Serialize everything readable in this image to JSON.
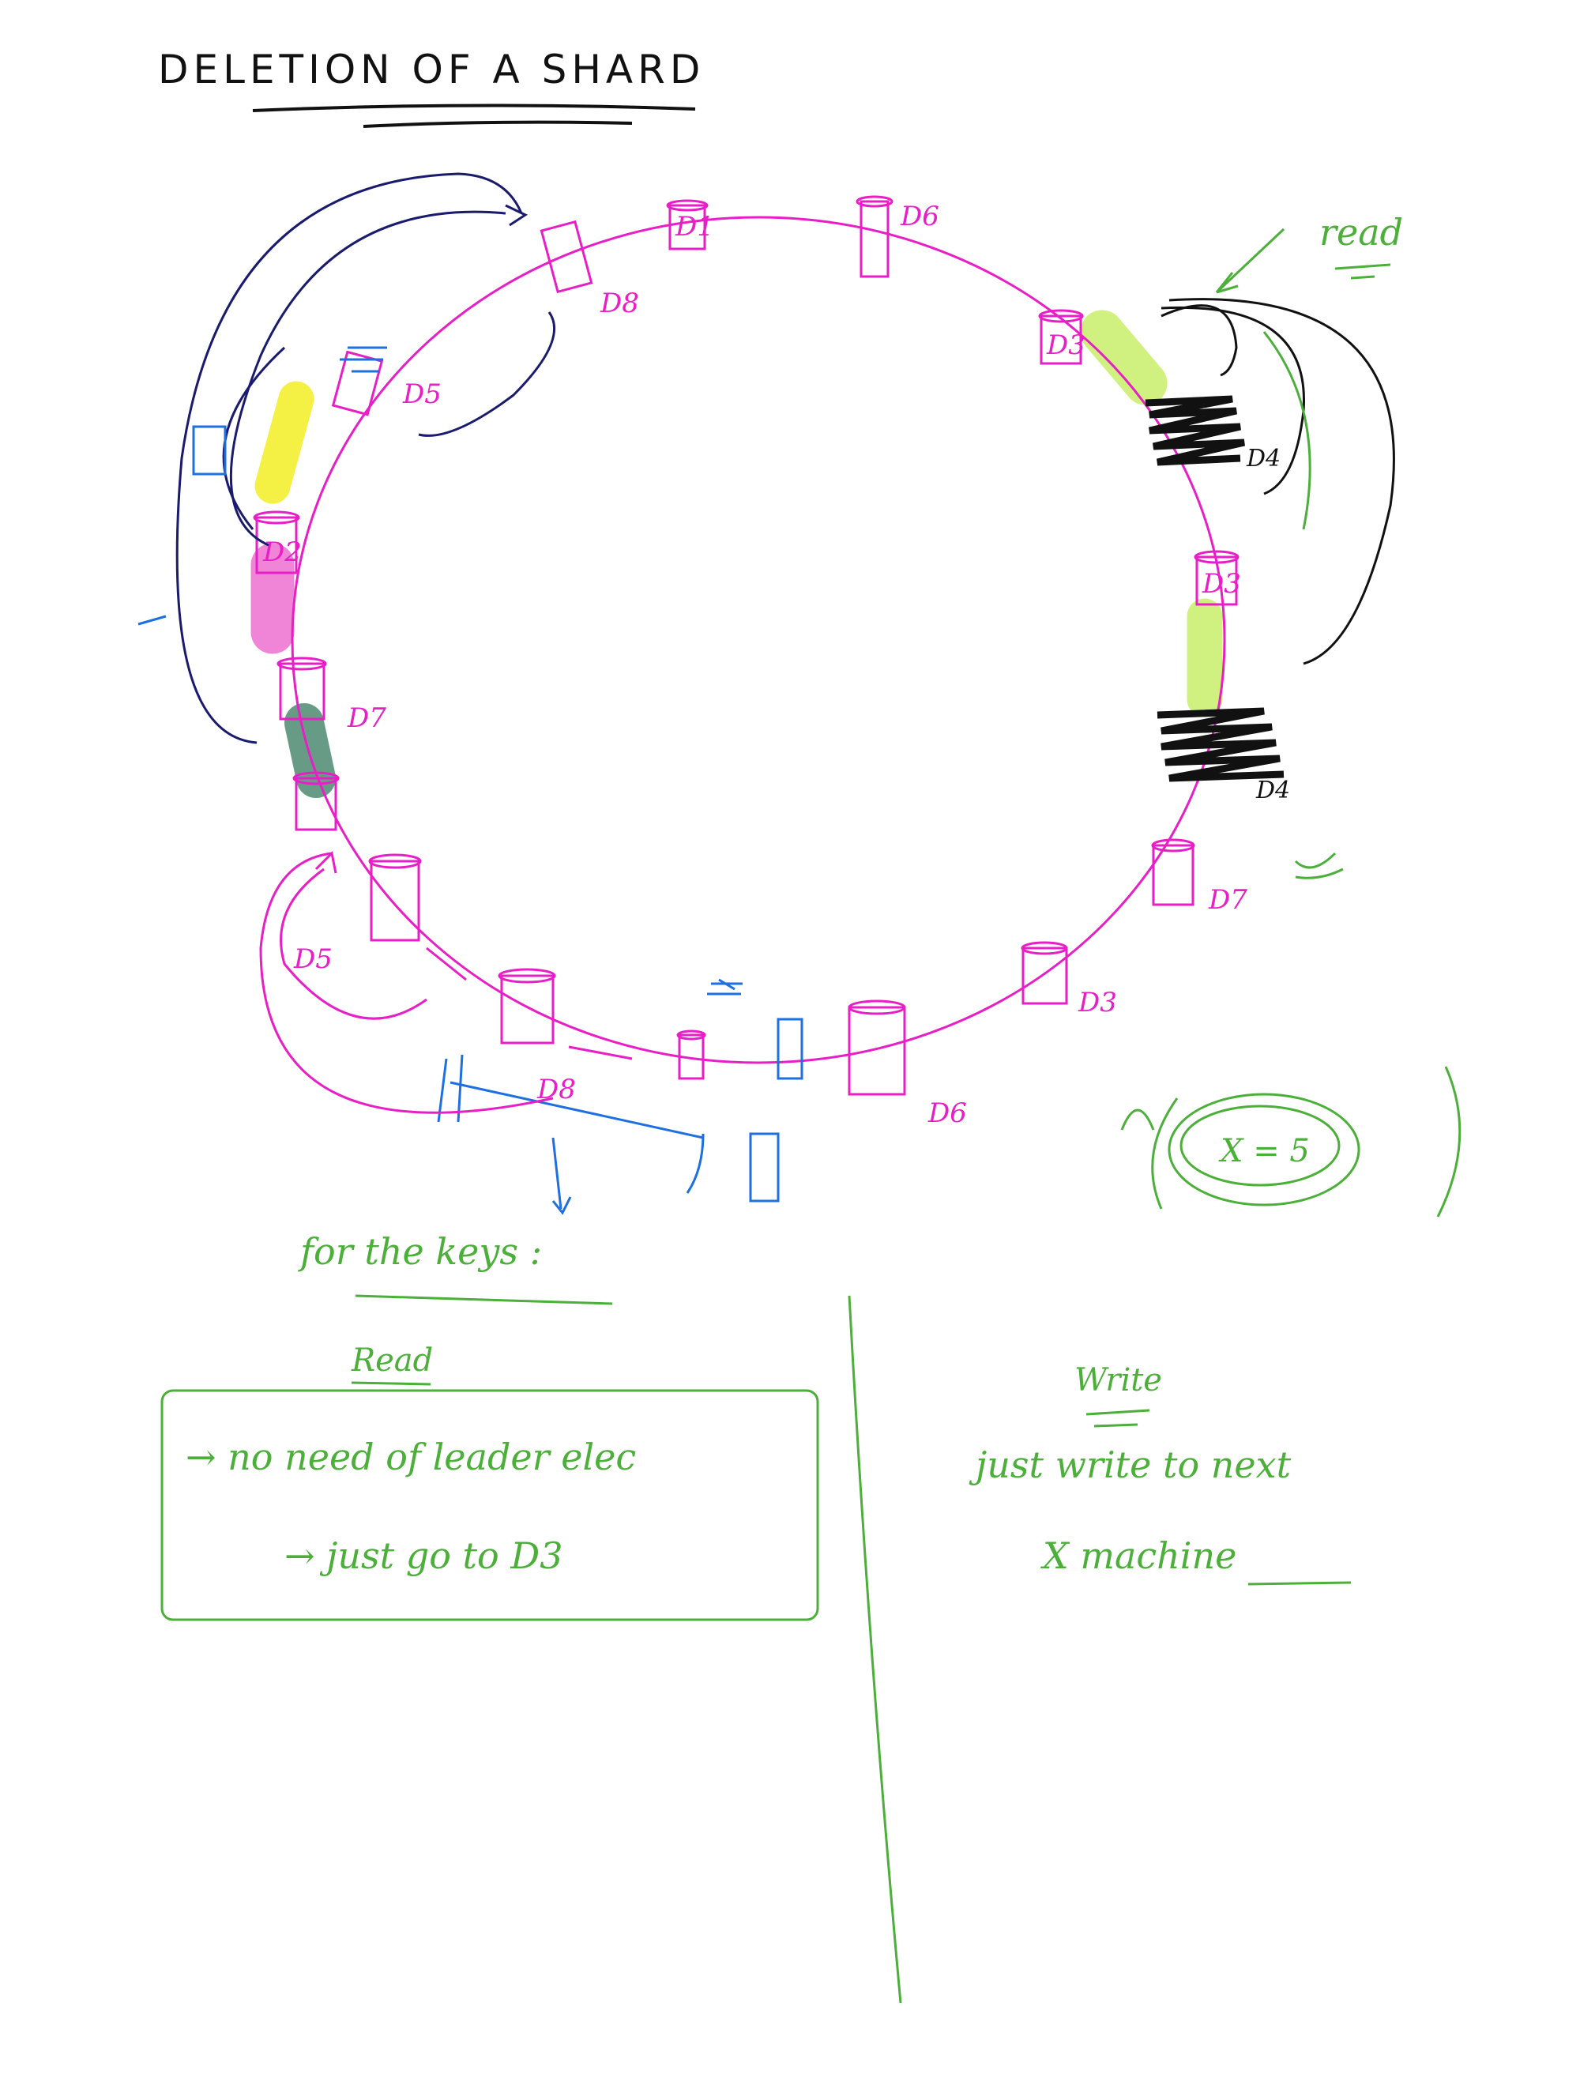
{
  "title": "DELETION OF A SHARD",
  "ring_nodes": [
    {
      "label": "D1"
    },
    {
      "label": "D6"
    },
    {
      "label": "D8"
    },
    {
      "label": "D5"
    },
    {
      "label": "D2"
    },
    {
      "label": "D7"
    },
    {
      "label": "D3"
    },
    {
      "label": "D3"
    },
    {
      "label": "D4"
    },
    {
      "label": "D7"
    },
    {
      "label": "D3"
    },
    {
      "label": "D6"
    },
    {
      "label": "D8"
    },
    {
      "label": "D5"
    }
  ],
  "annotations": {
    "read_top": "read",
    "x_equals": "X = 5"
  },
  "notes": {
    "for_keys": "for the keys :",
    "read_heading": "Read",
    "read_line1": "→ no need of leader elec",
    "read_line2": "→ just go to D3",
    "write_heading": "Write",
    "write_line1": "just write to next",
    "write_line2": "X machine"
  },
  "colors": {
    "ring": "#e81ec6",
    "annotation_green": "#4caf3a",
    "shard_blue": "#1e6fe0",
    "navy_arrow": "#1a1a6e",
    "highlight_yellow": "#f4f030",
    "highlight_lime": "#c8ef6a",
    "highlight_pink": "#ee6fd0",
    "highlight_teal": "#4d8a72"
  }
}
